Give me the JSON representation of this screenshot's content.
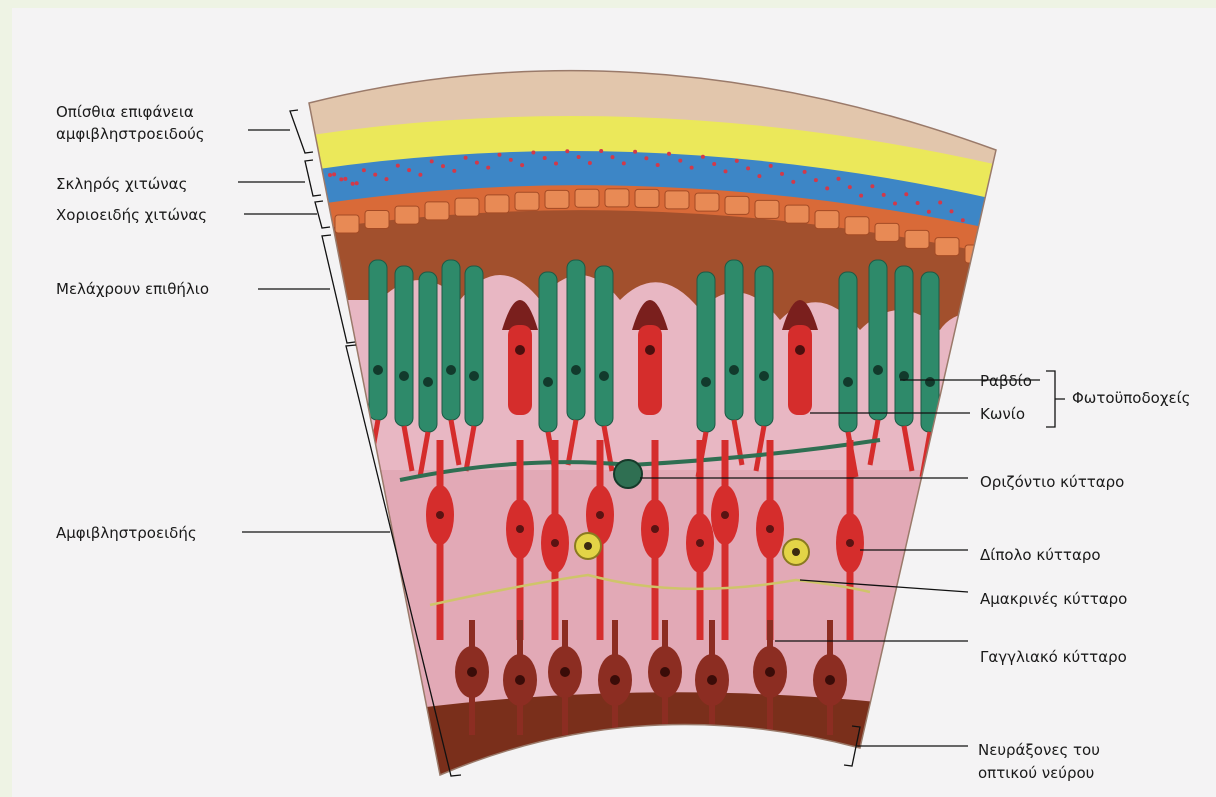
{
  "labels": {
    "left": [
      "Οπίσθια επιφάνεια",
      "αμφιβληστροειδούς",
      "Σκληρός χιτώνας",
      "Χοριοειδής χιτώνας",
      "Μελάχρουν επιθήλιο",
      "Αμφιβληστροειδής"
    ],
    "right": {
      "rod": "Ραβδίο",
      "cone": "Κωνίο",
      "photoreceptors": "Φωτοϋποδοχείς",
      "horizontal": "Οριζόντιο κύτταρο",
      "bipolar": "Δίπολο κύτταρο",
      "amacrine": "Αμακρινές κύτταρο",
      "ganglion": "Γαγγλιακό κύτταρο",
      "axons_1": "Νευράξονες του",
      "axons_2": "οπτικού νεύρου"
    }
  },
  "colors": {
    "sclera": "#e3c7ad",
    "choroid_yellow": "#ece95a",
    "choroid_blue": "#3f86c8",
    "pigment_epithelium": "#a5512c",
    "rods": "#2e8a6a",
    "cones": "#d52d2c",
    "retina_bg": "#e6b3c0",
    "ganglion": "#8c2d22",
    "amacrine": "#e3d447",
    "horizontal": "#2f6f52",
    "axon_layer": "#7a2f1b"
  }
}
